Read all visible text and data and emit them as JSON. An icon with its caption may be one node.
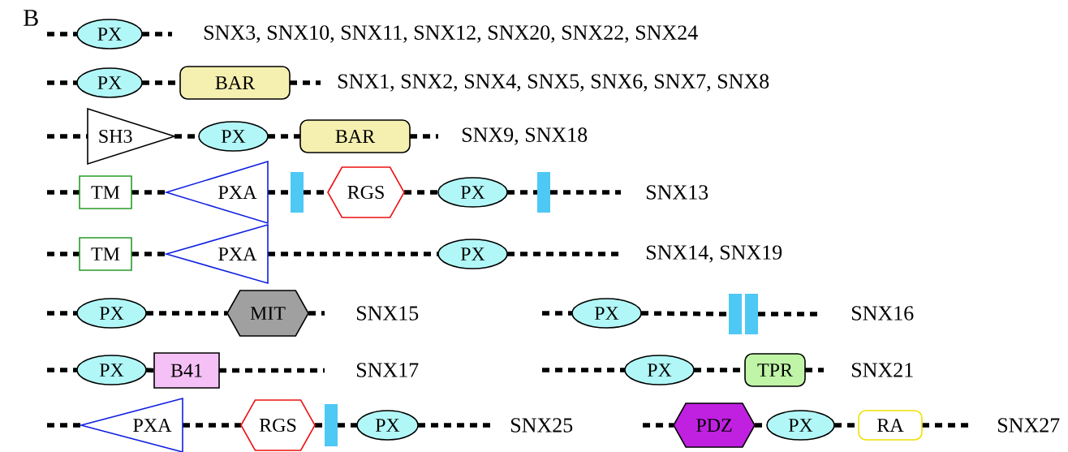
{
  "diagram": {
    "nodes": [
      {
        "text": [
          "PX"
        ]
      },
      {
        "text": [
          "PX"
        ]
      },
      {
        "text": [
          "BAR"
        ]
      },
      {
        "text": [
          "SH3"
        ]
      },
      {
        "text": [
          "PX"
        ]
      },
      {
        "text": [
          "BAR"
        ]
      },
      {
        "text": [
          "TM"
        ]
      },
      {
        "text": [
          "PXA"
        ]
      },
      {
        "text": [],
        "shape": "bar"
      },
      {
        "text": [
          "RGS"
        ]
      },
      {
        "text": [
          "PX"
        ]
      },
      {
        "text": [],
        "shape": "bar"
      },
      {
        "text": [
          "TM"
        ]
      },
      {
        "text": [
          "PXA"
        ]
      },
      {
        "text": [
          "PX"
        ]
      },
      {
        "text": [
          "PX"
        ]
      },
      {
        "text": [
          "MIT"
        ]
      },
      {
        "text": [
          "PX"
        ]
      },
      {
        "text": [],
        "shape": "bar"
      },
      {
        "text": [],
        "shape": "bar"
      },
      {
        "text": [
          "PX"
        ]
      },
      {
        "text": [
          "B41"
        ]
      },
      {
        "text": [
          "PX"
        ]
      },
      {
        "text": [
          "TPR"
        ]
      },
      {
        "text": [
          "PXA"
        ]
      },
      {
        "text": [
          "RGS"
        ]
      },
      {
        "text": [],
        "shape": "bar"
      },
      {
        "text": [
          "PX"
        ]
      },
      {
        "text": [
          "PDZ"
        ]
      },
      {
        "text": [
          "PX"
        ]
      },
      {
        "text": [
          "RA"
        ]
      }
    ],
    "edges": [
      {
        "from": null,
        "to": 0,
        "arrow": "none",
        "style": "dashed"
      },
      {
        "from": 0,
        "to": null,
        "arrow": "none",
        "style": "dashed"
      },
      {
        "from": null,
        "to": 1,
        "arrow": "none",
        "style": "dashed"
      },
      {
        "from": 1,
        "to": 2,
        "arrow": "none",
        "style": "dashed"
      },
      {
        "from": 2,
        "to": null,
        "arrow": "none",
        "style": "dashed"
      },
      {
        "from": null,
        "to": 3,
        "arrow": "none",
        "style": "dashed"
      },
      {
        "from": 3,
        "to": 4,
        "arrow": "none",
        "style": "dashed"
      },
      {
        "from": 4,
        "to": 5,
        "arrow": "none",
        "style": "dashed"
      },
      {
        "from": 5,
        "to": null,
        "arrow": "none",
        "style": "dashed"
      },
      {
        "from": null,
        "to": 6,
        "arrow": "none",
        "style": "dashed"
      },
      {
        "from": 6,
        "to": 7,
        "arrow": "none",
        "style": "dashed"
      },
      {
        "from": 7,
        "to": 8,
        "arrow": "none",
        "style": "dashed"
      },
      {
        "from": 8,
        "to": 9,
        "arrow": "none",
        "style": "dashed"
      },
      {
        "from": 9,
        "to": 10,
        "arrow": "none",
        "style": "dashed"
      },
      {
        "from": 10,
        "to": 11,
        "arrow": "none",
        "style": "dashed"
      },
      {
        "from": 11,
        "to": null,
        "arrow": "none",
        "style": "dashed"
      },
      {
        "from": null,
        "to": 12,
        "arrow": "none",
        "style": "dashed"
      },
      {
        "from": 12,
        "to": 13,
        "arrow": "none",
        "style": "dashed"
      },
      {
        "from": 13,
        "to": 14,
        "arrow": "none",
        "style": "dashed"
      },
      {
        "from": 14,
        "to": null,
        "arrow": "none",
        "style": "dashed"
      },
      {
        "from": null,
        "to": 15,
        "arrow": "none",
        "style": "dashed"
      },
      {
        "from": 15,
        "to": 16,
        "arrow": "none",
        "style": "dashed"
      },
      {
        "from": 16,
        "to": null,
        "arrow": "none",
        "style": "dashed"
      },
      {
        "from": null,
        "to": 17,
        "arrow": "none",
        "style": "dashed"
      },
      {
        "from": 17,
        "to": 18,
        "arrow": "none",
        "style": "dashed"
      },
      {
        "from": 19,
        "to": null,
        "arrow": "none",
        "style": "dashed"
      },
      {
        "from": null,
        "to": 20,
        "arrow": "none",
        "style": "dashed"
      },
      {
        "from": 20,
        "to": 21,
        "arrow": "none",
        "style": "dashed"
      },
      {
        "from": 21,
        "to": null,
        "arrow": "none",
        "style": "dashed"
      },
      {
        "from": null,
        "to": 22,
        "arrow": "none",
        "style": "dashed"
      },
      {
        "from": 22,
        "to": 23,
        "arrow": "none",
        "style": "dashed"
      },
      {
        "from": 23,
        "to": null,
        "arrow": "none",
        "style": "dashed"
      },
      {
        "from": null,
        "to": 24,
        "arrow": "none",
        "style": "dashed"
      },
      {
        "from": 24,
        "to": 25,
        "arrow": "none",
        "style": "dashed"
      },
      {
        "from": 25,
        "to": 26,
        "arrow": "none",
        "style": "dashed"
      },
      {
        "from": 26,
        "to": 27,
        "arrow": "none",
        "style": "dashed"
      },
      {
        "from": 27,
        "to": null,
        "arrow": "none",
        "style": "dashed"
      },
      {
        "from": null,
        "to": 28,
        "arrow": "none",
        "style": "dashed"
      },
      {
        "from": 28,
        "to": 29,
        "arrow": "none",
        "style": "dashed"
      },
      {
        "from": 29,
        "to": 30,
        "arrow": "none",
        "style": "dashed"
      },
      {
        "from": 30,
        "to": null,
        "arrow": "none",
        "style": "dashed"
      }
    ],
    "labels": [
      "B",
      "SNX3, SNX10, SNX11, SNX12, SNX20, SNX22, SNX24",
      "SNX1, SNX2, SNX4, SNX5, SNX6, SNX7, SNX8",
      "SNX9, SNX18",
      "SNX13",
      "SNX14, SNX19",
      "SNX15",
      "SNX16",
      "SNX17",
      "SNX21",
      "SNX25",
      "SNX27"
    ]
  }
}
